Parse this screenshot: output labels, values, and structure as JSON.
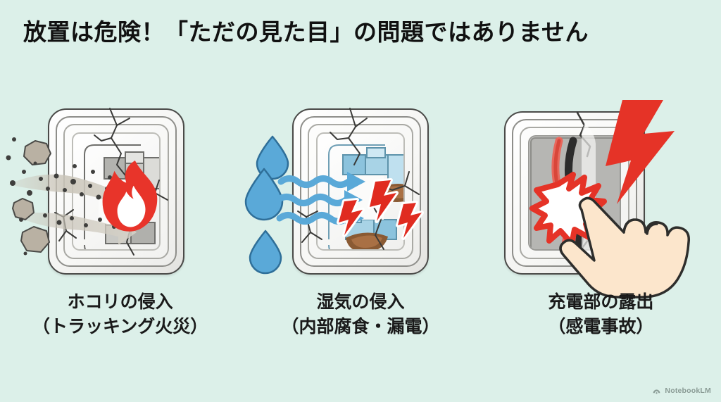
{
  "slide": {
    "background_color": "#dcf0e9",
    "title": "放置は危険！「ただの見た目」の問題ではありません"
  },
  "panels": [
    {
      "id": "dust-intrusion",
      "caption_line1": "ホコリの侵入",
      "caption_line2": "（トラッキング火災）",
      "illustration": "cracked-outlet-with-dust-and-flame",
      "icons": [
        "dust-particles-icon",
        "dust-arrow-icon",
        "flame-icon"
      ],
      "accent_color": "#e8342a",
      "secondary_color": "#b9b1a3"
    },
    {
      "id": "moisture-intrusion",
      "caption_line1": "湿気の侵入",
      "caption_line2": "（内部腐食・漏電）",
      "illustration": "cracked-outlet-with-water-and-corrosion",
      "icons": [
        "water-drop-icon",
        "water-wave-arrow-icon",
        "rust-corrosion-icon",
        "lightning-bolt-icon"
      ],
      "accent_color": "#e02b20",
      "secondary_color": "#5aa9d8"
    },
    {
      "id": "live-parts-exposed",
      "caption_line1": "充電部の露出",
      "caption_line2": "（感電事故）",
      "illustration": "broken-outlet-exposed-wires-hand-shock",
      "icons": [
        "exposed-wire-icon",
        "spark-burst-icon",
        "lightning-bolt-icon",
        "pointing-hand-icon"
      ],
      "accent_color": "#e53327",
      "secondary_color": "#fce6cc"
    }
  ],
  "watermark": {
    "label": "NotebookLM",
    "icon": "notebooklm-logo-icon"
  }
}
